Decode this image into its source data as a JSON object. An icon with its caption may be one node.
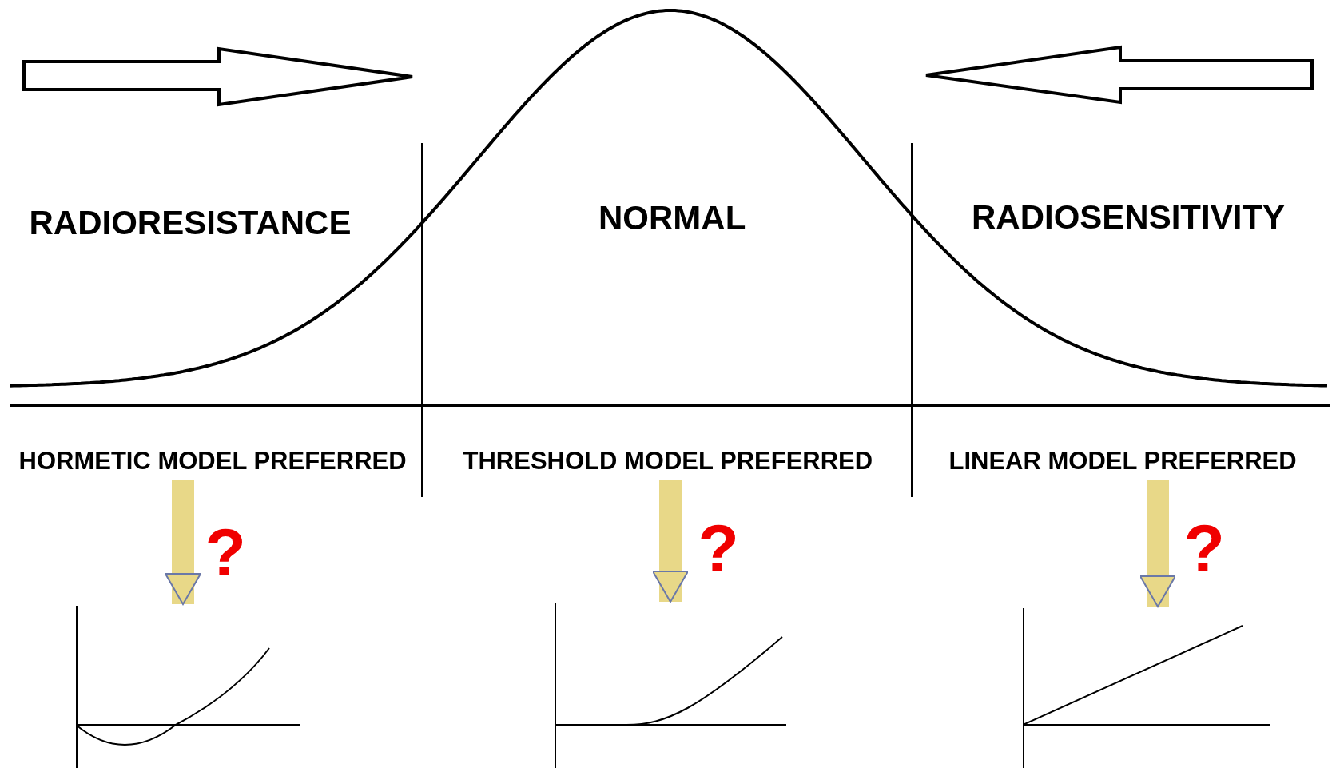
{
  "diagram": {
    "nodes": [
      {
        "text": [
          "HORMETIC MODEL PREFERRED"
        ]
      },
      {
        "text": [
          "THRESHOLD MODEL PREFERRED"
        ]
      },
      {
        "text": [
          "LINEAR MODEL PREFERRED"
        ]
      },
      {
        "text": [],
        "shape": "picture"
      },
      {
        "text": [],
        "shape": "picture"
      },
      {
        "text": [],
        "shape": "picture"
      }
    ],
    "edges": [
      {
        "from": 0,
        "to": 3,
        "arrow": "to"
      },
      {
        "from": 1,
        "to": 4,
        "arrow": "to"
      },
      {
        "from": 2,
        "to": 5,
        "arrow": "to"
      }
    ],
    "labels": [
      "RADIORESISTANCE",
      "NORMAL",
      "RADIOSENSITIVITY",
      "?",
      "?",
      "?"
    ]
  }
}
